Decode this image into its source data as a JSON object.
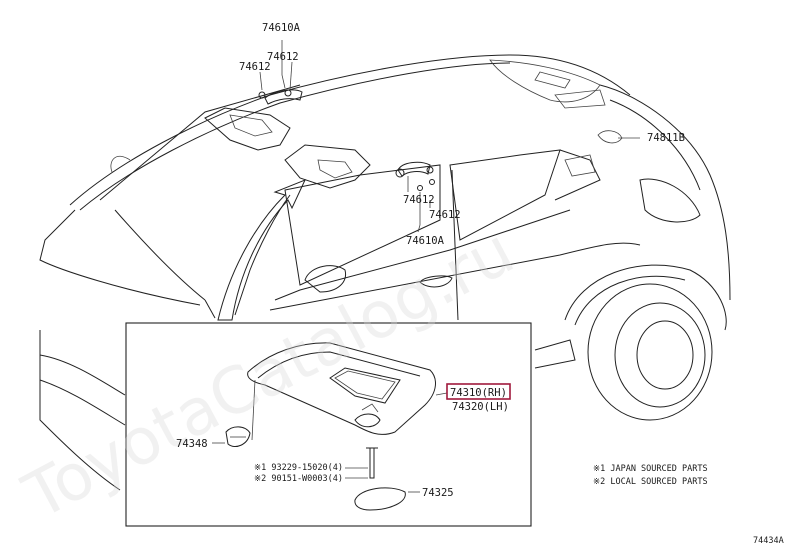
{
  "parts": {
    "handle_front_upper": "74610A",
    "clip_left_a": "74612",
    "clip_left_b": "74612",
    "quarter_trim": "74811B",
    "clip_mid_a": "74612",
    "clip_mid_b": "74612",
    "handle_mid": "74610A",
    "visor_rh": "74310(RH)",
    "visor_lh": "74320(LH)",
    "holder": "74348",
    "screw_1": "※1 93229-15020(4)",
    "screw_2": "※2 90151-W0003(4)",
    "cap": "74325"
  },
  "notes": {
    "note_1": "※1 JAPAN SOURCED PARTS",
    "note_2": "※2 LOCAL SOURCED PARTS"
  },
  "figure_code": "74434A",
  "watermark": "ToyotaCatalog.ru",
  "colors": {
    "highlight": "#a0193c",
    "line": "#222222"
  }
}
